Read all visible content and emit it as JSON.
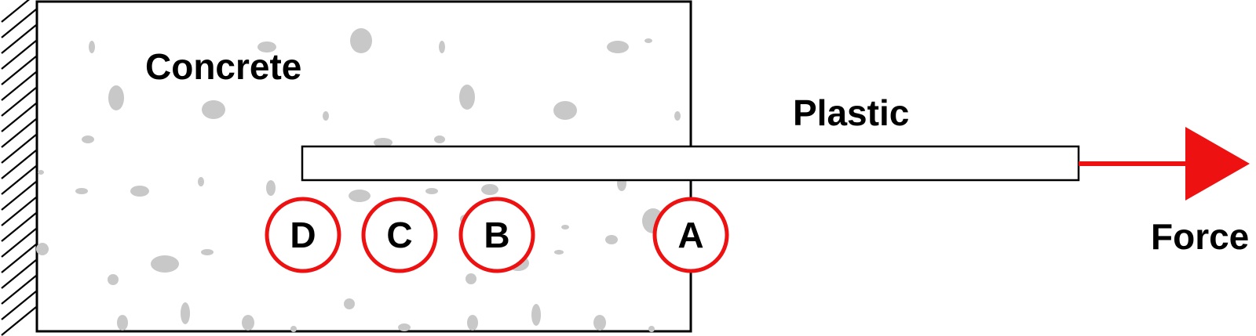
{
  "labels": {
    "concrete": "Concrete",
    "plastic": "Plastic",
    "force": "Force"
  },
  "points": [
    {
      "id": "D",
      "label": "D"
    },
    {
      "id": "C",
      "label": "C"
    },
    {
      "id": "B",
      "label": "B"
    },
    {
      "id": "A",
      "label": "A"
    }
  ],
  "colors": {
    "accent": "#ee1111",
    "aggregate": "#c8c8c8",
    "outline": "#000000",
    "background": "#ffffff"
  },
  "icons": {
    "wall": "hatched-fixed-support-icon",
    "arrow": "force-arrow-icon"
  }
}
